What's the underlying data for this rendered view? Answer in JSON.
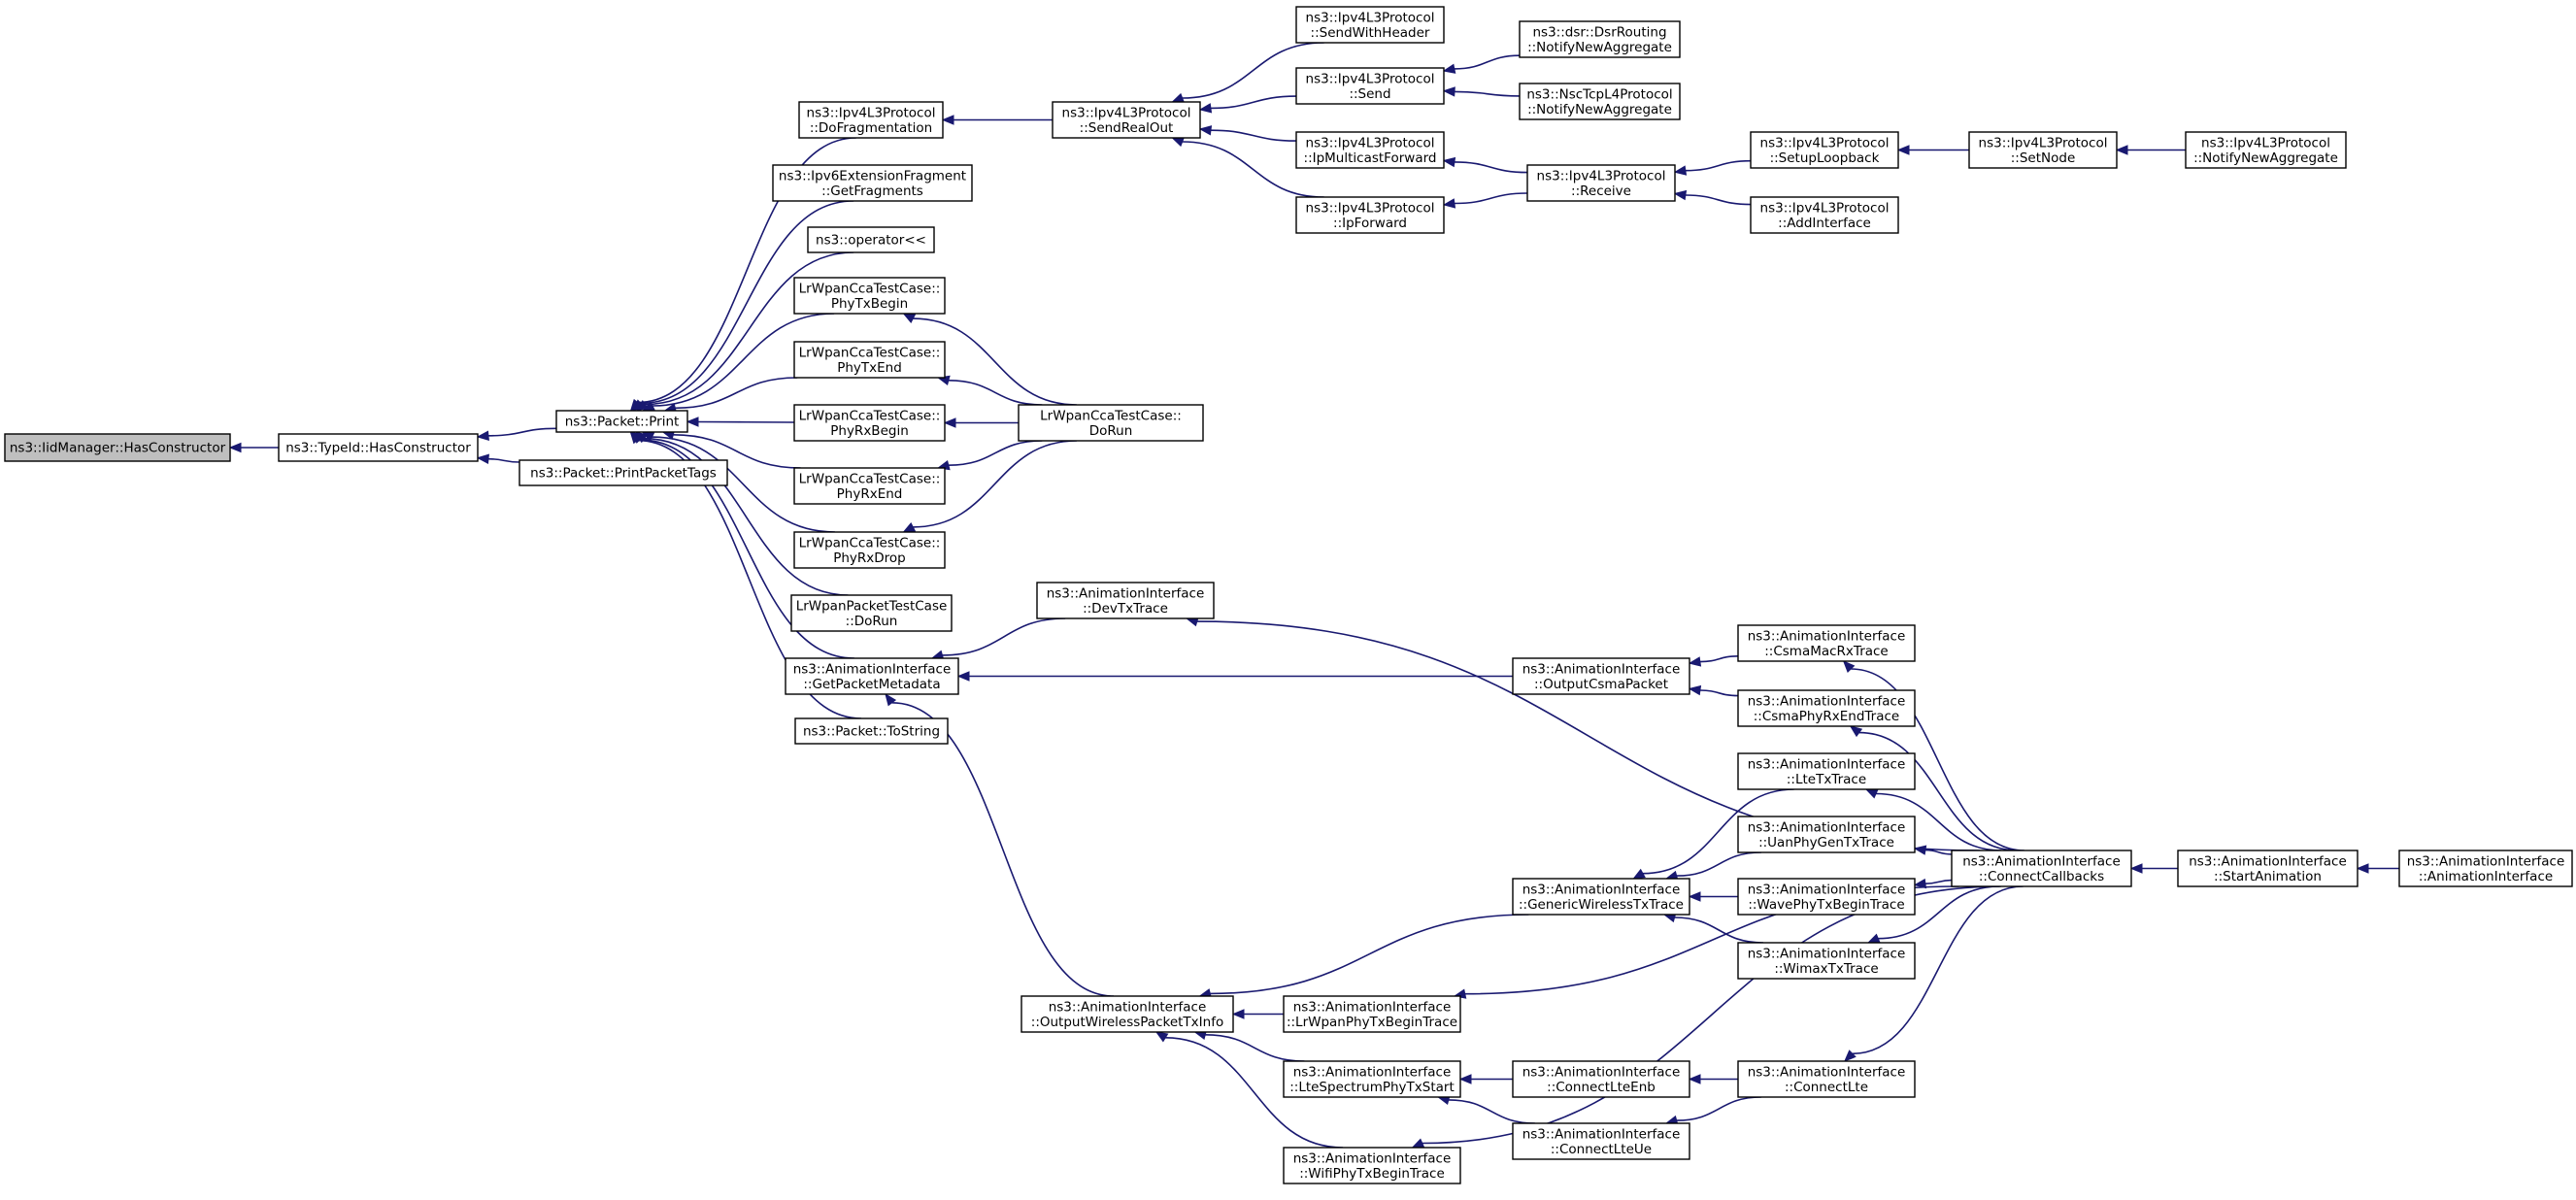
{
  "graph": {
    "nodes": [
      {
        "id": "iid",
        "lines": [
          "ns3::IidManager::HasConstructor"
        ],
        "focus": true
      },
      {
        "id": "typeid",
        "lines": [
          "ns3::TypeId::HasConstructor"
        ]
      },
      {
        "id": "print",
        "lines": [
          "ns3::Packet::Print"
        ]
      },
      {
        "id": "printtags",
        "lines": [
          "ns3::Packet::PrintPacketTags"
        ]
      },
      {
        "id": "dofrag",
        "lines": [
          "ns3::Ipv4L3Protocol",
          "::DoFragmentation"
        ]
      },
      {
        "id": "ipv6frag",
        "lines": [
          "ns3::Ipv6ExtensionFragment",
          "::GetFragments"
        ]
      },
      {
        "id": "oplt",
        "lines": [
          "ns3::operator<<"
        ]
      },
      {
        "id": "phytxbegin",
        "lines": [
          "LrWpanCcaTestCase::",
          "PhyTxBegin"
        ]
      },
      {
        "id": "phytxend",
        "lines": [
          "LrWpanCcaTestCase::",
          "PhyTxEnd"
        ]
      },
      {
        "id": "phyrxbegin",
        "lines": [
          "LrWpanCcaTestCase::",
          "PhyRxBegin"
        ]
      },
      {
        "id": "phyrxend",
        "lines": [
          "LrWpanCcaTestCase::",
          "PhyRxEnd"
        ]
      },
      {
        "id": "phyrxdrop",
        "lines": [
          "LrWpanCcaTestCase::",
          "PhyRxDrop"
        ]
      },
      {
        "id": "lrpkt",
        "lines": [
          "LrWpanPacketTestCase",
          "::DoRun"
        ]
      },
      {
        "id": "getmeta",
        "lines": [
          "ns3::AnimationInterface",
          "::GetPacketMetadata"
        ]
      },
      {
        "id": "tostring",
        "lines": [
          "ns3::Packet::ToString"
        ]
      },
      {
        "id": "ccadorun",
        "lines": [
          "LrWpanCcaTestCase::",
          "DoRun"
        ]
      },
      {
        "id": "sendreal",
        "lines": [
          "ns3::Ipv4L3Protocol",
          "::SendRealOut"
        ]
      },
      {
        "id": "sendwh",
        "lines": [
          "ns3::Ipv4L3Protocol",
          "::SendWithHeader"
        ]
      },
      {
        "id": "send",
        "lines": [
          "ns3::Ipv4L3Protocol",
          "::Send"
        ]
      },
      {
        "id": "ipmcast",
        "lines": [
          "ns3::Ipv4L3Protocol",
          "::IpMulticastForward"
        ]
      },
      {
        "id": "ipfwd",
        "lines": [
          "ns3::Ipv4L3Protocol",
          "::IpForward"
        ]
      },
      {
        "id": "dsr",
        "lines": [
          "ns3::dsr::DsrRouting",
          "::NotifyNewAggregate"
        ]
      },
      {
        "id": "nsc",
        "lines": [
          "ns3::NscTcpL4Protocol",
          "::NotifyNewAggregate"
        ]
      },
      {
        "id": "receive",
        "lines": [
          "ns3::Ipv4L3Protocol",
          "::Receive"
        ]
      },
      {
        "id": "setuplb",
        "lines": [
          "ns3::Ipv4L3Protocol",
          "::SetupLoopback"
        ]
      },
      {
        "id": "addif",
        "lines": [
          "ns3::Ipv4L3Protocol",
          "::AddInterface"
        ]
      },
      {
        "id": "setnode",
        "lines": [
          "ns3::Ipv4L3Protocol",
          "::SetNode"
        ]
      },
      {
        "id": "notifyagg",
        "lines": [
          "ns3::Ipv4L3Protocol",
          "::NotifyNewAggregate"
        ]
      },
      {
        "id": "devtx",
        "lines": [
          "ns3::AnimationInterface",
          "::DevTxTrace"
        ]
      },
      {
        "id": "outwtx",
        "lines": [
          "ns3::AnimationInterface",
          "::OutputWirelessPacketTxInfo"
        ]
      },
      {
        "id": "outcsma",
        "lines": [
          "ns3::AnimationInterface",
          "::OutputCsmaPacket"
        ]
      },
      {
        "id": "csmamacrx",
        "lines": [
          "ns3::AnimationInterface",
          "::CsmaMacRxTrace"
        ]
      },
      {
        "id": "csmaphyrx",
        "lines": [
          "ns3::AnimationInterface",
          "::CsmaPhyRxEndTrace"
        ]
      },
      {
        "id": "genwtx",
        "lines": [
          "ns3::AnimationInterface",
          "::GenericWirelessTxTrace"
        ]
      },
      {
        "id": "ltetx",
        "lines": [
          "ns3::AnimationInterface",
          "::LteTxTrace"
        ]
      },
      {
        "id": "uantx",
        "lines": [
          "ns3::AnimationInterface",
          "::UanPhyGenTxTrace"
        ]
      },
      {
        "id": "wavetx",
        "lines": [
          "ns3::AnimationInterface",
          "::WavePhyTxBeginTrace"
        ]
      },
      {
        "id": "wimaxtx",
        "lines": [
          "ns3::AnimationInterface",
          "::WimaxTxTrace"
        ]
      },
      {
        "id": "lrwpantx",
        "lines": [
          "ns3::AnimationInterface",
          "::LrWpanPhyTxBeginTrace"
        ]
      },
      {
        "id": "ltespec",
        "lines": [
          "ns3::AnimationInterface",
          "::LteSpectrumPhyTxStart"
        ]
      },
      {
        "id": "wifitx",
        "lines": [
          "ns3::AnimationInterface",
          "::WifiPhyTxBeginTrace"
        ]
      },
      {
        "id": "connenb",
        "lines": [
          "ns3::AnimationInterface",
          "::ConnectLteEnb"
        ]
      },
      {
        "id": "connue",
        "lines": [
          "ns3::AnimationInterface",
          "::ConnectLteUe"
        ]
      },
      {
        "id": "connlte",
        "lines": [
          "ns3::AnimationInterface",
          "::ConnectLte"
        ]
      },
      {
        "id": "conncb",
        "lines": [
          "ns3::AnimationInterface",
          "::ConnectCallbacks"
        ]
      },
      {
        "id": "startanim",
        "lines": [
          "ns3::AnimationInterface",
          "::StartAnimation"
        ]
      },
      {
        "id": "animctor",
        "lines": [
          "ns3::AnimationInterface",
          "::AnimationInterface"
        ]
      }
    ],
    "edges": [
      [
        "typeid",
        "iid"
      ],
      [
        "print",
        "typeid"
      ],
      [
        "printtags",
        "typeid"
      ],
      [
        "dofrag",
        "print"
      ],
      [
        "ipv6frag",
        "print"
      ],
      [
        "oplt",
        "print"
      ],
      [
        "phytxbegin",
        "print"
      ],
      [
        "phytxend",
        "print"
      ],
      [
        "phyrxbegin",
        "print"
      ],
      [
        "phyrxend",
        "print"
      ],
      [
        "phyrxdrop",
        "print"
      ],
      [
        "lrpkt",
        "print"
      ],
      [
        "getmeta",
        "print"
      ],
      [
        "tostring",
        "print"
      ],
      [
        "sendreal",
        "dofrag"
      ],
      [
        "sendwh",
        "sendreal"
      ],
      [
        "send",
        "sendreal"
      ],
      [
        "ipmcast",
        "sendreal"
      ],
      [
        "ipfwd",
        "sendreal"
      ],
      [
        "dsr",
        "send"
      ],
      [
        "nsc",
        "send"
      ],
      [
        "receive",
        "ipmcast"
      ],
      [
        "receive",
        "ipfwd"
      ],
      [
        "setuplb",
        "receive"
      ],
      [
        "addif",
        "receive"
      ],
      [
        "setnode",
        "setuplb"
      ],
      [
        "notifyagg",
        "setnode"
      ],
      [
        "ccadorun",
        "phytxbegin"
      ],
      [
        "ccadorun",
        "phytxend"
      ],
      [
        "ccadorun",
        "phyrxbegin"
      ],
      [
        "ccadorun",
        "phyrxend"
      ],
      [
        "ccadorun",
        "phyrxdrop"
      ],
      [
        "devtx",
        "getmeta"
      ],
      [
        "outcsma",
        "getmeta"
      ],
      [
        "outwtx",
        "getmeta"
      ],
      [
        "conncb",
        "devtx"
      ],
      [
        "csmamacrx",
        "outcsma"
      ],
      [
        "csmaphyrx",
        "outcsma"
      ],
      [
        "conncb",
        "csmamacrx"
      ],
      [
        "conncb",
        "csmaphyrx"
      ],
      [
        "genwtx",
        "outwtx"
      ],
      [
        "lrwpantx",
        "outwtx"
      ],
      [
        "ltespec",
        "outwtx"
      ],
      [
        "wifitx",
        "outwtx"
      ],
      [
        "ltetx",
        "genwtx"
      ],
      [
        "uantx",
        "genwtx"
      ],
      [
        "wavetx",
        "genwtx"
      ],
      [
        "wimaxtx",
        "genwtx"
      ],
      [
        "conncb",
        "ltetx"
      ],
      [
        "conncb",
        "uantx"
      ],
      [
        "conncb",
        "wavetx"
      ],
      [
        "conncb",
        "wimaxtx"
      ],
      [
        "conncb",
        "lrwpantx"
      ],
      [
        "conncb",
        "wifitx"
      ],
      [
        "connenb",
        "ltespec"
      ],
      [
        "connue",
        "ltespec"
      ],
      [
        "connlte",
        "connenb"
      ],
      [
        "connlte",
        "connue"
      ],
      [
        "conncb",
        "connlte"
      ],
      [
        "startanim",
        "conncb"
      ],
      [
        "animctor",
        "startanim"
      ]
    ]
  }
}
